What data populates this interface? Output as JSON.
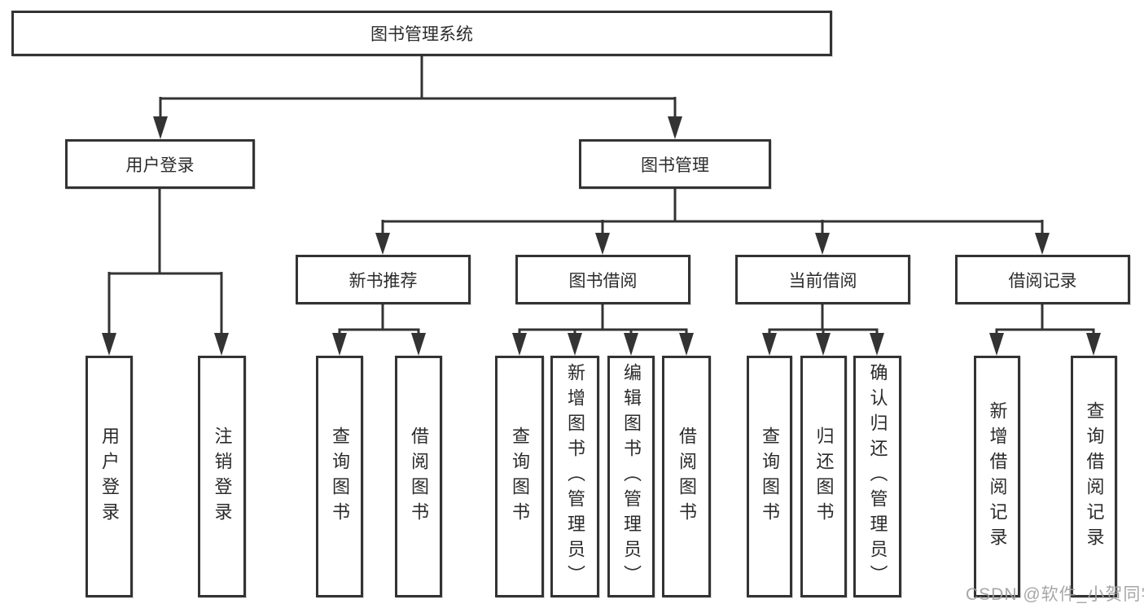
{
  "diagram": {
    "title": "图书管理系统",
    "tree": {
      "user_login_branch": {
        "label": "用户登录",
        "children": [
          "用户登录",
          "注销登录"
        ]
      },
      "book_management_branch": {
        "label": "图书管理",
        "sections": {
          "new_book_recommend": {
            "label": "新书推荐",
            "children": [
              "查询图书",
              "借阅图书"
            ]
          },
          "book_borrowing": {
            "label": "图书借阅",
            "children": [
              "查询图书",
              "新增图书（管理员）",
              "编辑图书（管理员）",
              "借阅图书"
            ]
          },
          "current_borrowing": {
            "label": "当前借阅",
            "children": [
              "查询图书",
              "归还图书",
              "确认归还（管理员）"
            ]
          },
          "borrowing_records": {
            "label": "借阅记录",
            "children": [
              "新增借阅记录",
              "查询借阅记录"
            ]
          }
        }
      }
    },
    "colors": {
      "line": "#333333",
      "box_border": "#333333",
      "text": "#2b2b2b",
      "watermark": "#9e9e9e",
      "background": "#ffffff"
    }
  },
  "watermark": {
    "text": "CSDN @软件_小贺同学"
  }
}
